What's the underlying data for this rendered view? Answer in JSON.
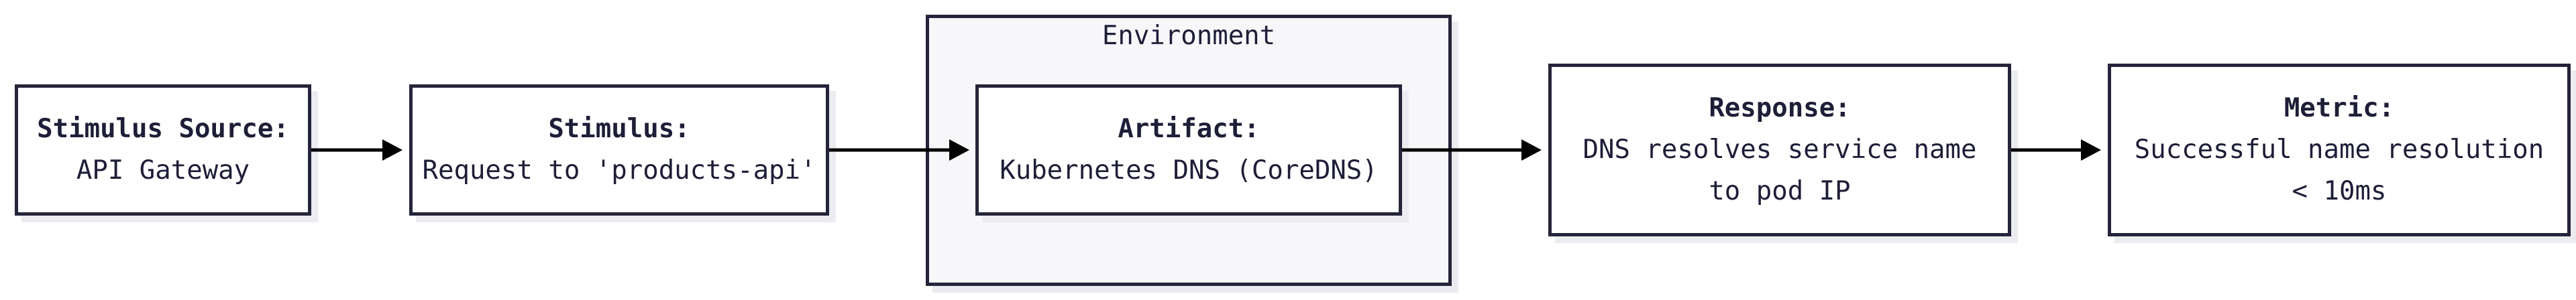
{
  "diagram": {
    "environment": {
      "label": "Environment"
    },
    "stimulus_source": {
      "title": "Stimulus Source:",
      "lines": [
        "API Gateway"
      ]
    },
    "stimulus": {
      "title": "Stimulus:",
      "lines": [
        "Request to 'products-api'"
      ]
    },
    "artifact": {
      "title": "Artifact:",
      "lines": [
        "Kubernetes DNS (CoreDNS)"
      ]
    },
    "response": {
      "title": "Response:",
      "lines": [
        "DNS resolves service name",
        "to pod IP"
      ]
    },
    "metric": {
      "title": "Metric:",
      "lines": [
        "Successful name resolution",
        "< 10ms"
      ]
    },
    "colors": {
      "border": "#24243a",
      "text": "#1e1e38",
      "environment_fill": "#f7f7fa",
      "shadow": "#ebebf1"
    }
  }
}
